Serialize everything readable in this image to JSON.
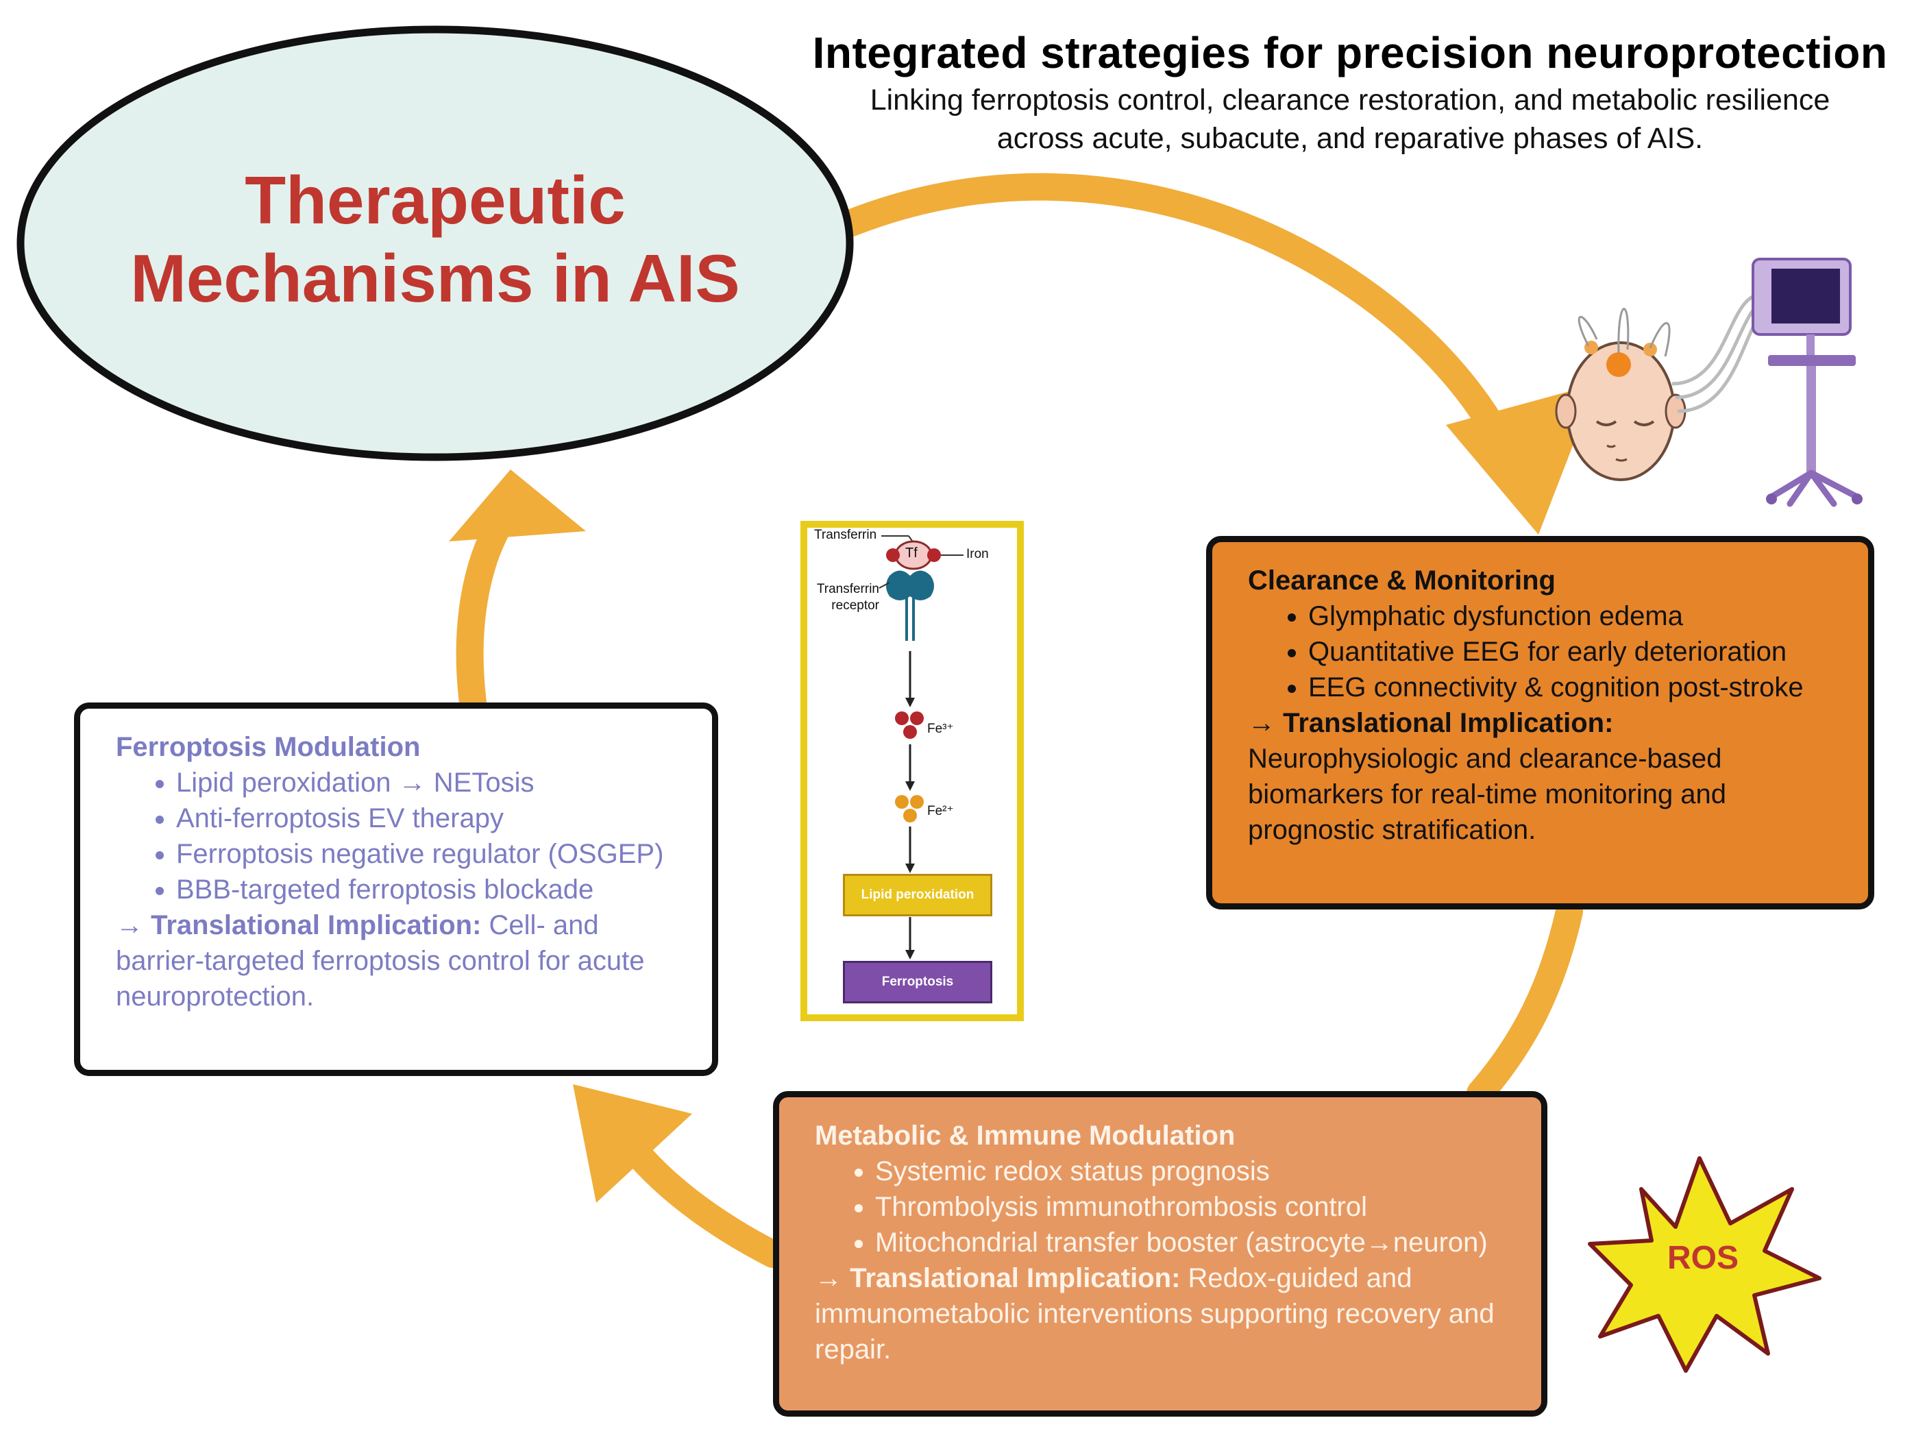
{
  "header": {
    "title": "Integrated strategies for precision neuroprotection",
    "subtitle_line1": "Linking ferroptosis control, clearance restoration, and metabolic resilience",
    "subtitle_line2": "across acute, subacute, and reparative phases of AIS."
  },
  "hub": {
    "line1": "Therapeutic",
    "line2": "Mechanisms in AIS"
  },
  "pathway": {
    "transferrin": "Transferrin",
    "tf": "Tf",
    "iron": "Iron",
    "receptor_line1": "Transferrin",
    "receptor_line2": "receptor",
    "fe3": "Fe³⁺",
    "fe2": "Fe²⁺",
    "lipid_peroxidation": "Lipid peroxidation",
    "ferroptosis": "Ferroptosis"
  },
  "ferroptosis_box": {
    "heading": "Ferroptosis Modulation",
    "items": [
      "Lipid peroxidation → NETosis",
      "Anti-ferroptosis EV therapy",
      "Ferroptosis negative regulator (OSGEP)",
      "BBB-targeted ferroptosis blockade"
    ],
    "impl_label": "→ Translational Implication:",
    "impl_text": " Cell- and barrier-targeted ferroptosis control for acute neuroprotection."
  },
  "clearance_box": {
    "heading": "Clearance & Monitoring",
    "items": [
      "Glymphatic dysfunction edema",
      "Quantitative EEG for early deterioration",
      "EEG connectivity & cognition post-stroke"
    ],
    "impl_label": "→ Translational Implication:",
    "impl_text": "Neurophysiologic and clearance-based biomarkers for real-time monitoring and prognostic stratification."
  },
  "metabolic_box": {
    "heading": "Metabolic & Immune Modulation",
    "items": [
      "Systemic redox status prognosis",
      "Thrombolysis immunothrombosis control",
      "Mitochondrial transfer booster (astrocyte→neuron)"
    ],
    "impl_label": "→ Translational Implication:",
    "impl_text": " Redox-guided and immunometabolic interventions supporting recovery and repair."
  },
  "ros": {
    "label": "ROS"
  },
  "colors": {
    "arrow": "#f0ad3a",
    "hub_fill": "#e2f1ee",
    "hub_text": "#c0372f",
    "ferro_text": "#7c7cc3",
    "clear_fill": "#e6842a",
    "meta_fill": "#e69863",
    "ros_fill": "#f2e51c",
    "ros_stroke": "#7a1a1a",
    "pathway_border": "#e9cc1a"
  },
  "icons": [
    "head-eeg-icon",
    "eeg-monitor-icon",
    "transferrin-receptor-icon",
    "ros-burst-icon"
  ]
}
